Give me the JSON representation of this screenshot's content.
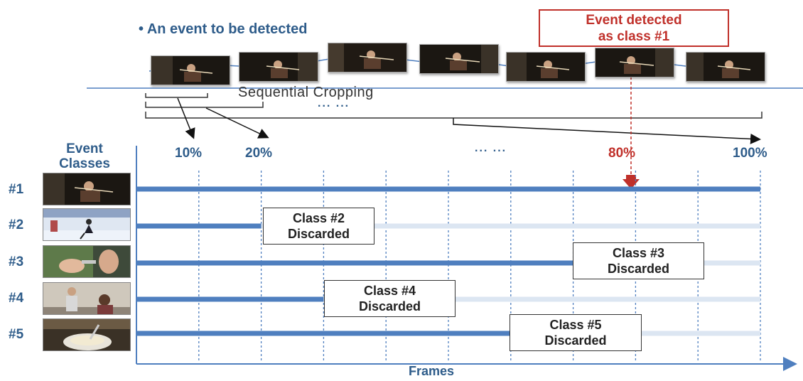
{
  "heading": "• An event to be detected",
  "event_box": {
    "line1": "Event detected",
    "line2": "as class #1"
  },
  "sequential_label": "Sequential Cropping",
  "dots_top": "... ...",
  "axis": {
    "percent_labels": [
      {
        "text": "10%",
        "pos": "10",
        "highlight": false
      },
      {
        "text": "20%",
        "pos": "20",
        "highlight": false
      },
      {
        "text": "... ...",
        "pos": "55",
        "highlight": false
      },
      {
        "text": "80%",
        "pos": "80",
        "highlight": true
      },
      {
        "text": "100%",
        "pos": "100",
        "highlight": false
      }
    ],
    "x_label": "Frames"
  },
  "event_classes_title": {
    "line1": "Event",
    "line2": "Classes"
  },
  "classes": [
    {
      "label": "#1",
      "progress_percent": 100,
      "discarded": false,
      "scene": "violin"
    },
    {
      "label": "#2",
      "progress_percent": 20,
      "discarded": true,
      "scene": "skating",
      "note_line1": "Class #2",
      "note_line2": "Discarded"
    },
    {
      "label": "#3",
      "progress_percent": 70,
      "discarded": true,
      "scene": "makeup",
      "note_line1": "Class #3",
      "note_line2": "Discarded"
    },
    {
      "label": "#4",
      "progress_percent": 30,
      "discarded": true,
      "scene": "haircut",
      "note_line1": "Class #4",
      "note_line2": "Discarded"
    },
    {
      "label": "#5",
      "progress_percent": 60,
      "discarded": true,
      "scene": "cooking",
      "note_line1": "Class #5",
      "note_line2": "Discarded"
    }
  ],
  "colors": {
    "accent_blue": "#2e5c8a",
    "bar_blue": "#4f7fbf",
    "bar_faded": "#dce6f2",
    "alert_red": "#c0302a"
  }
}
